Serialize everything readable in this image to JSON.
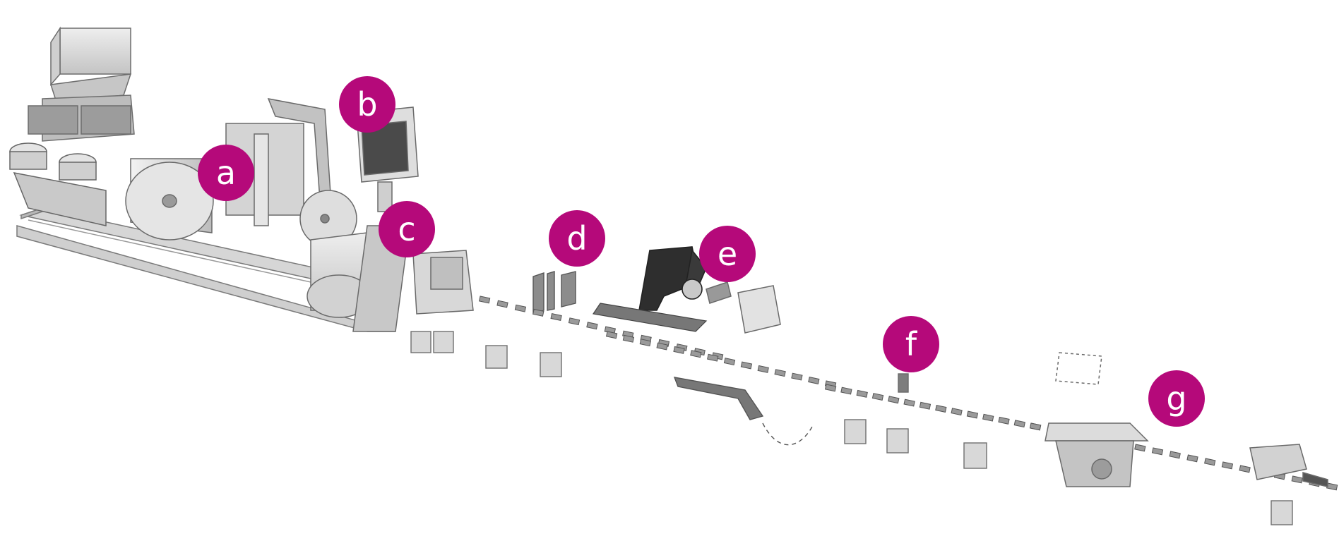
{
  "colors": {
    "accent": "#b5097a",
    "machine_fill": "#d9d9d9",
    "machine_dark": "#5a5a5a",
    "machine_stroke": "#7a7a7a"
  },
  "stations": [
    {
      "label": "a"
    },
    {
      "label": "b"
    },
    {
      "label": "c"
    },
    {
      "label": "d"
    },
    {
      "label": "e"
    },
    {
      "label": "f"
    },
    {
      "label": "g"
    }
  ]
}
